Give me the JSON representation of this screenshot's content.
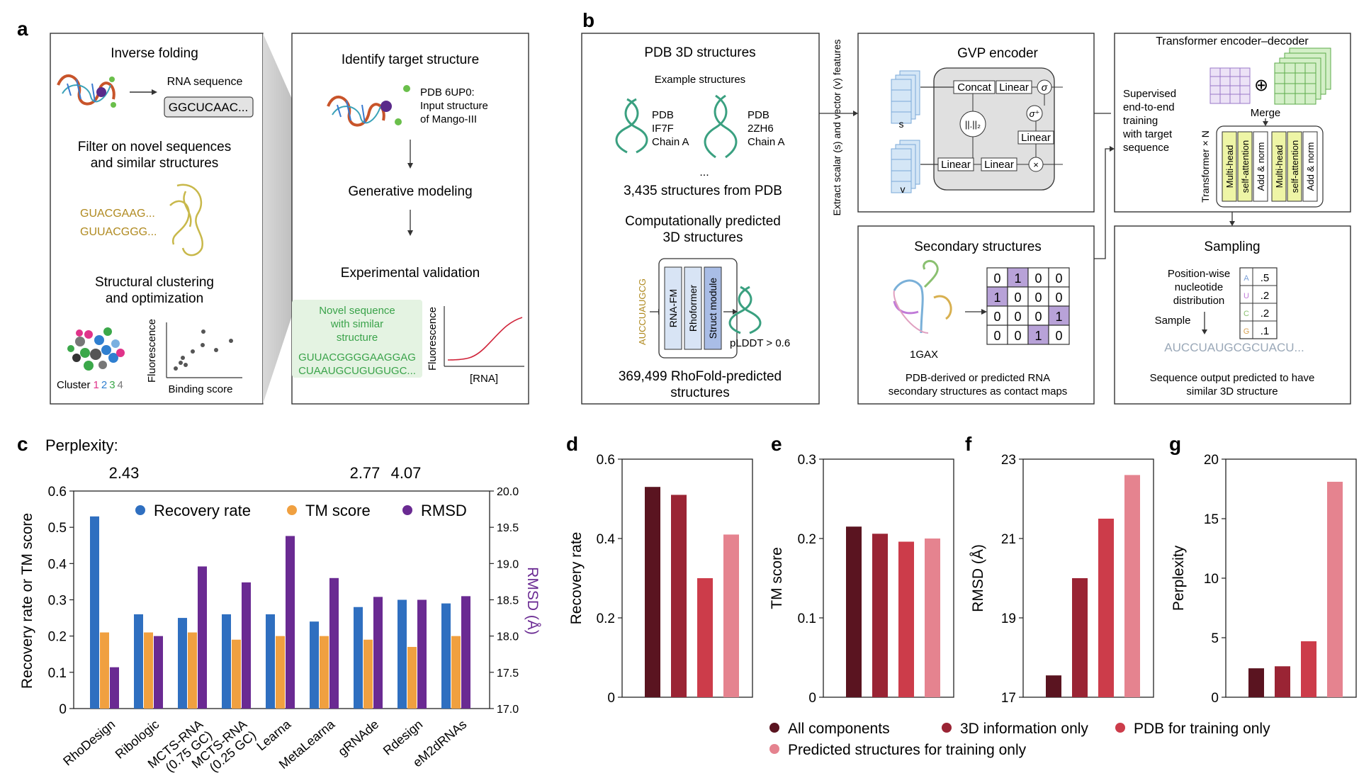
{
  "panels": {
    "a": "a",
    "b": "b",
    "c": "c",
    "d": "d",
    "e": "e",
    "f": "f",
    "g": "g"
  },
  "a": {
    "inverse_folding": "Inverse folding",
    "rna_sequence": "RNA sequence",
    "seq_box": "GGCUCAAC...",
    "filter_line1": "Filter on novel sequences",
    "filter_line2": "and similar structures",
    "seq1": "GUACGAAG...",
    "seq2": "GUUACGGG...",
    "cluster_line1": "Structural clustering",
    "cluster_line2": "and optimization",
    "cluster_label": "Cluster",
    "cluster_nums": [
      "1",
      "2",
      "3",
      "4"
    ],
    "cluster_colors": [
      "#e0338a",
      "#2f7fd0",
      "#3ba84a",
      "#7a7a7a"
    ],
    "fluorescence": "Fluorescence",
    "binding_score": "Binding score",
    "identify": "Identify target structure",
    "pdb_line1": "PDB 6UP0:",
    "pdb_line2": "Input structure",
    "pdb_line3": "of Mango-III",
    "generative": "Generative modeling",
    "experimental": "Experimental validation",
    "novel_line1": "Novel sequence",
    "novel_line2": "with similar",
    "novel_line3": "structure",
    "novel_seq1": "GUUACGGGGAAGGAG",
    "novel_seq2": "CUAAUGCUGUGUGC...",
    "fluorescence2": "Fluorescence",
    "rna_axis": "[RNA]"
  },
  "b": {
    "pdb_title": "PDB 3D structures",
    "example": "Example structures",
    "ex1": [
      "PDB",
      "IF7F",
      "Chain A"
    ],
    "ex2": [
      "PDB",
      "2ZH6",
      "Chain A"
    ],
    "dots": "...",
    "count_pdb": "3,435 structures from PDB",
    "pred_line1": "Computationally predicted",
    "pred_line2": "3D structures",
    "seq_vertical": "AUCCUAUGCG",
    "pipeline": [
      "RNA-FM",
      "Rhoformer",
      "Struct module"
    ],
    "plddt": "pLDDT > 0.6",
    "count_pred1": "369,499 RhoFold-predicted",
    "count_pred2": "structures",
    "extract": "Extract scalar (s) and vector (v) features",
    "gvp_title": "GVP encoder",
    "s_label": "s",
    "v_label": "v",
    "concat": "Concat",
    "linear": "Linear",
    "sigma": "σ",
    "sigma_plus": "σ⁺",
    "norm": "||.||₂",
    "times": "×",
    "trans_title": "Transformer encoder–decoder",
    "supervised": [
      "Supervised",
      "end-to-end",
      "training",
      "with target",
      "sequence"
    ],
    "oplus": "⊕",
    "merge": "Merge",
    "transformer_n": "Transformer × N",
    "mhsa_line1": "Multi-head",
    "mhsa_line2": "self-attention",
    "addnorm": "Add & norm",
    "sec_title": "Secondary structures",
    "sec_pdb": "1GAX",
    "contact_map": [
      "0",
      "1",
      "0",
      "0",
      "1",
      "0",
      "0",
      "0",
      "0",
      "0",
      "0",
      "1",
      "0",
      "0",
      "1",
      "0"
    ],
    "sec_caption1": "PDB-derived or predicted RNA",
    "sec_caption2": "secondary structures as contact maps",
    "sampling_title": "Sampling",
    "pos_line1": "Position-wise",
    "pos_line2": "nucleotide",
    "pos_line3": "distribution",
    "sample": "Sample",
    "nucleotides": [
      "A",
      "U",
      "C",
      "G"
    ],
    "probs": [
      ".5",
      ".2",
      ".2",
      ".1"
    ],
    "out_seq": "AUCCUAUGCGCUACU...",
    "sampling_caption1": "Sequence output predicted to have",
    "sampling_caption2": "similar 3D structure"
  },
  "colors": {
    "recovery": "#2f6fc0",
    "tm": "#f0a040",
    "rmsd": "#6a2a92",
    "all_components": "#5a1420",
    "info3d": "#9a2434",
    "pdb_only": "#cc3c4a",
    "predicted_only": "#e5838f",
    "green_text": "#3aa34a",
    "gold_text": "#b08a20"
  },
  "chart_data": [
    {
      "id": "c",
      "type": "bar",
      "perplexity_label": "Perplexity:",
      "perplexity_values": [
        "2.43",
        "2.77",
        "4.07"
      ],
      "categories": [
        "RhoDesign",
        "Ribologic",
        "MCTS-RNA\n(0.75 GC)",
        "MCTS-RNA\n(0.25 GC)",
        "Learna",
        "MetaLearna",
        "gRNAde",
        "Rdesign",
        "eM2dRNAs"
      ],
      "series": [
        {
          "name": "Recovery rate",
          "axis": "left",
          "values": [
            0.53,
            0.26,
            0.25,
            0.26,
            0.26,
            0.24,
            0.28,
            0.3,
            0.29
          ]
        },
        {
          "name": "TM score",
          "axis": "left",
          "values": [
            0.21,
            0.21,
            0.21,
            0.19,
            0.2,
            0.2,
            0.19,
            0.17,
            0.2
          ]
        },
        {
          "name": "RMSD",
          "axis": "right",
          "values": [
            17.57,
            18.0,
            18.96,
            18.74,
            19.38,
            18.8,
            18.54,
            18.5,
            18.55
          ]
        }
      ],
      "ylabel": "Recovery rate or TM score",
      "ylim": [
        0,
        0.6
      ],
      "yticks": [
        "0",
        "0.1",
        "0.2",
        "0.3",
        "0.4",
        "0.5",
        "0.6"
      ],
      "ylabel_right": "RMSD (Å)",
      "ylim_right": [
        17.0,
        20.0
      ],
      "yticks_right": [
        "17.0",
        "17.5",
        "18.0",
        "18.5",
        "19.0",
        "19.5",
        "20.0"
      ],
      "legend": "top"
    },
    {
      "id": "d",
      "type": "bar",
      "categories": [
        "All components",
        "3D information only",
        "PDB for training only",
        "Predicted structures for training only"
      ],
      "values": [
        0.53,
        0.51,
        0.3,
        0.41
      ],
      "ylabel": "Recovery rate",
      "ylim": [
        0,
        0.6
      ],
      "yticks": [
        "0",
        "0.2",
        "0.4",
        "0.6"
      ]
    },
    {
      "id": "e",
      "type": "bar",
      "categories": [
        "All components",
        "3D information only",
        "PDB for training only",
        "Predicted structures for training only"
      ],
      "values": [
        0.215,
        0.206,
        0.196,
        0.2
      ],
      "ylabel": "TM score",
      "ylim": [
        0,
        0.3
      ],
      "yticks": [
        "0",
        "0.1",
        "0.2",
        "0.3"
      ]
    },
    {
      "id": "f",
      "type": "bar",
      "categories": [
        "All components",
        "3D information only",
        "PDB for training only",
        "Predicted structures for training only"
      ],
      "values": [
        17.55,
        20.0,
        21.5,
        22.6
      ],
      "ylabel": "RMSD (Å)",
      "ylim": [
        17,
        23
      ],
      "yticks": [
        "17",
        "19",
        "21",
        "23"
      ]
    },
    {
      "id": "g",
      "type": "bar",
      "categories": [
        "All components",
        "3D information only",
        "PDB for training only",
        "Predicted structures for training only"
      ],
      "values": [
        2.43,
        2.6,
        4.7,
        18.1
      ],
      "ylabel": "Perplexity",
      "ylim": [
        0,
        20
      ],
      "yticks": [
        "0",
        "5",
        "10",
        "15",
        "20"
      ]
    }
  ],
  "legend_defg": [
    "All components",
    "3D information only",
    "PDB for training only",
    "Predicted structures for training only"
  ]
}
